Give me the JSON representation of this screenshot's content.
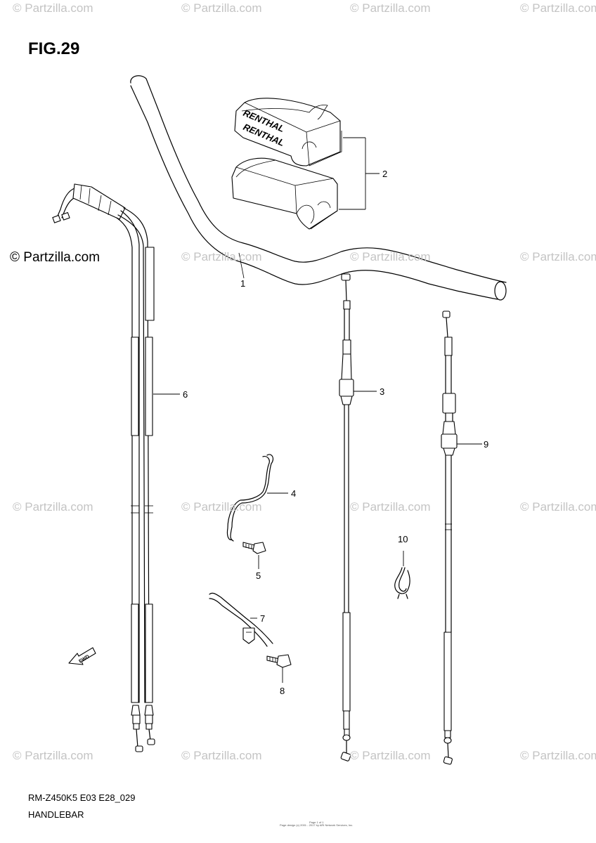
{
  "watermark_text": "© Partzilla.com",
  "figure_title": "FIG.29",
  "brand_label": "© Partzilla.com",
  "pad_brand_text": "RENTHAL",
  "fwd_label": "FWD",
  "callouts": [
    "1",
    "2",
    "3",
    "4",
    "5",
    "6",
    "7",
    "8",
    "9",
    "10"
  ],
  "footer": {
    "model_code": "RM-Z450K5 E03 E28_029",
    "section_name": "HANDLEBAR",
    "page_number": "Page 1 of 1",
    "copyright": "Page design (c) 2001 - 2017 by ARI Network Services, Inc."
  },
  "colors": {
    "line": "#000000",
    "watermark": "#c4c4c4",
    "background": "#ffffff"
  }
}
